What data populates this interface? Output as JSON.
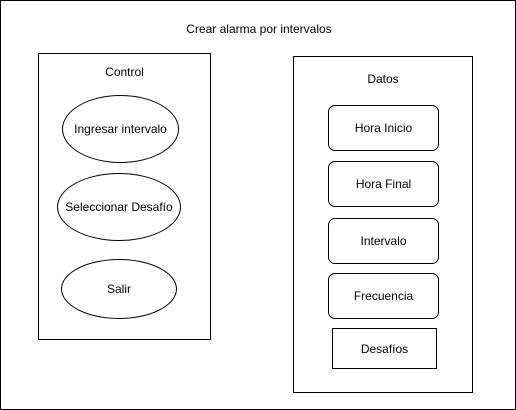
{
  "title": "Crear alarma por intervalos",
  "control": {
    "label": "Control",
    "items": [
      {
        "label": "Ingresar intervalo"
      },
      {
        "label": "Seleccionar Desafío"
      },
      {
        "label": "Salir"
      }
    ]
  },
  "datos": {
    "label": "Datos",
    "items": [
      {
        "label": "Hora Inicio"
      },
      {
        "label": "Hora Final"
      },
      {
        "label": "Intervalo"
      },
      {
        "label": "Frecuencia"
      },
      {
        "label": "Desafíos"
      }
    ]
  }
}
